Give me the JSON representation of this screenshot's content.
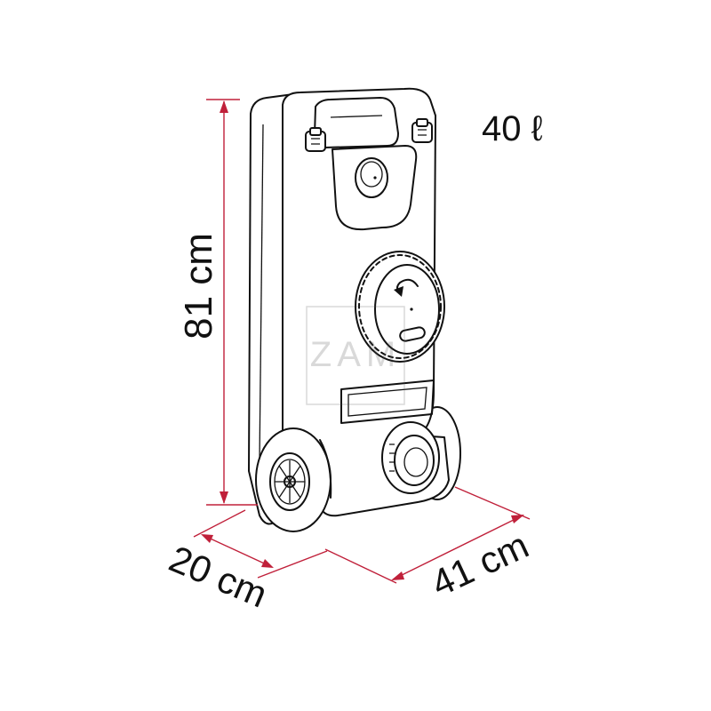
{
  "product": {
    "capacity_label": "40 ℓ"
  },
  "dimensions": {
    "height": "81 cm",
    "depth": "20 cm",
    "width": "41 cm"
  },
  "watermark": {
    "text": "ZAM"
  },
  "colors": {
    "dimension_line": "#c0203a",
    "outline": "#111111",
    "background": "#ffffff"
  }
}
